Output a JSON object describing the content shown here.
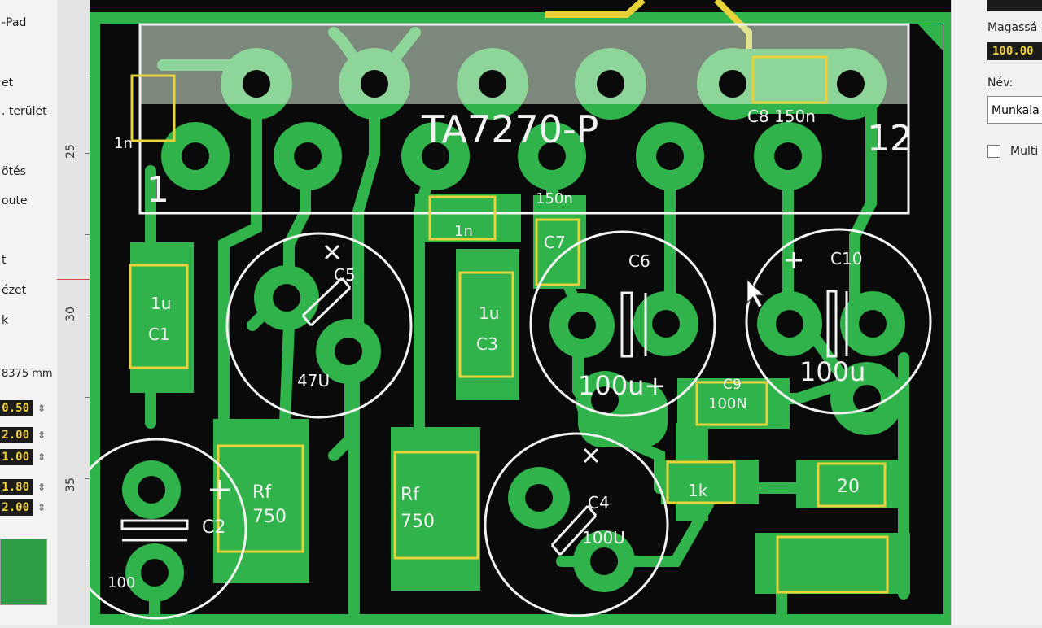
{
  "left_panel": {
    "top_label": "-Pad",
    "items": [
      "et",
      ". terület",
      "ötés",
      "oute",
      "t",
      "ézet",
      "k"
    ],
    "measure": "8375 mm",
    "values": [
      "0.50",
      "2.00",
      "1.00",
      "1.80",
      "2.00"
    ]
  },
  "ruler": {
    "marks": [
      "25",
      "30",
      "35"
    ]
  },
  "right_panel": {
    "height_label": "Magassá",
    "height_value": "100.00",
    "name_label": "Név:",
    "name_value": "Munkala",
    "multi_label": "Multi"
  },
  "board": {
    "chip_name": "TA7270-P",
    "pin_first": "1",
    "pin_last": "12",
    "labels": {
      "c8": "C8 150n",
      "r_1n_top": "1n",
      "c1_val": "1u",
      "c1_ref": "C1",
      "c3_val": "1u",
      "c3_ref": "C3",
      "smd_1n": "1n",
      "c7_val": "150n",
      "c7_ref": "C7",
      "c5_ref": "C5",
      "c5_val": "47U",
      "c6_ref": "C6",
      "c6_val": "100u+",
      "c10_ref": "C10",
      "c10_val": "100u",
      "c9_ref": "C9",
      "c9_val": "100N",
      "c4_ref": "C4",
      "c4_val": "100U",
      "c2_ref": "C2",
      "c2_val": "100",
      "rf1_ref": "Rf",
      "rf1_val": "750",
      "rf2_ref": "Rf",
      "rf2_val": "750",
      "r1k": "1k",
      "r20": "20"
    }
  },
  "colors": {
    "board_bg": "#0a0a0a",
    "copper": "#2fb34a",
    "outline_yellow": "#e7d23a",
    "silk_white": "#f2f2f2",
    "ui_value_text": "#f1d23b"
  }
}
